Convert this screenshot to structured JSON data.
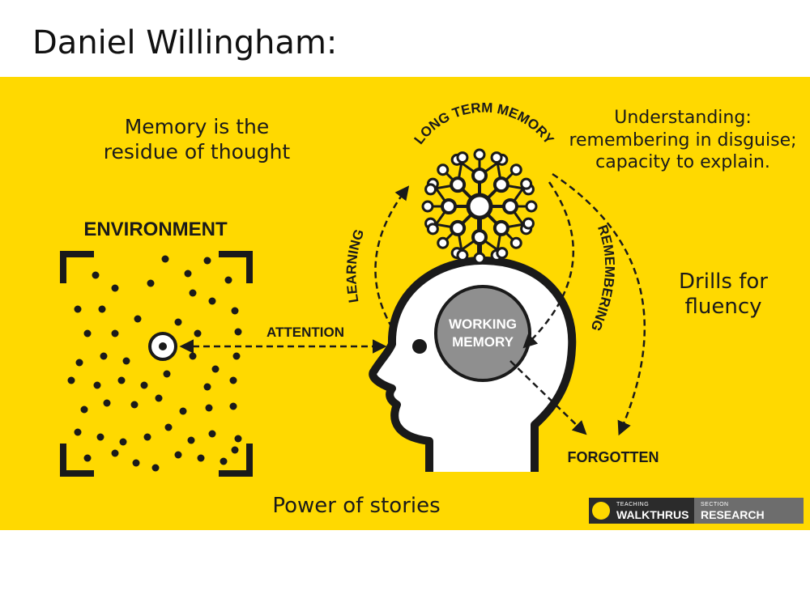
{
  "slide": {
    "title": "Daniel Willingham:"
  },
  "notes": {
    "memory_line1": "Memory is the",
    "memory_line2": "residue of thought",
    "understanding_line1": "Understanding:",
    "understanding_line2": "remembering in disguise;",
    "understanding_line3": "capacity to explain.",
    "drills_line1": "Drills for",
    "drills_line2": "fluency",
    "stories": "Power of stories"
  },
  "diagram": {
    "environment": "ENVIRONMENT",
    "attention": "ATTENTION",
    "learning": "LEARNING",
    "long_term_memory": "LONG TERM MEMORY",
    "remembering": "REMEMBERING",
    "working_memory_line1": "WORKING",
    "working_memory_line2": "MEMORY",
    "forgotten": "FORGOTTEN"
  },
  "brand": {
    "teaching": "TEACHING",
    "walkthrus": "WALKTHRUS",
    "section": "SECTION",
    "research": "RESEARCH"
  },
  "colors": {
    "panel": "#FFD900",
    "ink": "#1a1a1a",
    "brand_dark": "#2b2b2b",
    "brand_grey": "#6d6d6d"
  }
}
